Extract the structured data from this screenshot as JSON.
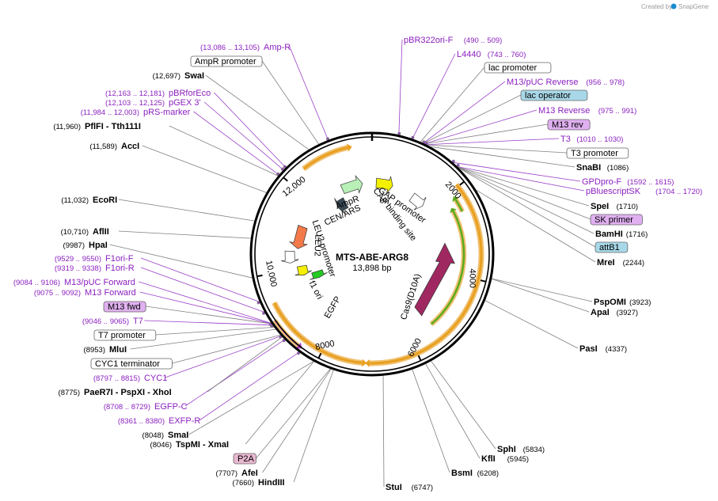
{
  "credit": "Created by",
  "brand": "SnapGene",
  "plasmid": {
    "name": "MTS-ABE-ARG8",
    "length_label": "13,898 bp",
    "length": 13898
  },
  "ticks": [
    "2000",
    "4000",
    "6000",
    "8000",
    "10,000",
    "12,000"
  ],
  "features": [
    {
      "name": "AmpR",
      "start": 12950,
      "end": 13600,
      "color": "#b8f0b8"
    },
    {
      "name": "ori",
      "start": 130,
      "end": 650,
      "color": "#f4f000"
    },
    {
      "name": "GAP promoter",
      "start": 1350,
      "end": 1790,
      "color": "#ffffff"
    },
    {
      "name": "Cas9(D10A)",
      "start": 3150,
      "end": 5450,
      "color": "#a02860"
    },
    {
      "name": "EGFP",
      "start": 9500,
      "end": 9750,
      "color": "#22cc22"
    },
    {
      "name": "f1 ori",
      "start": 9760,
      "end": 10050,
      "color": "#f4f000"
    },
    {
      "name": "LEU2 promoter",
      "start": 10180,
      "end": 10500,
      "color": "#ffffff"
    },
    {
      "name": "LEU2",
      "start": 10580,
      "end": 11250,
      "color": "#f47a4a"
    },
    {
      "name": "CEN/ARS",
      "start": 12500,
      "end": 12850,
      "color": "#3a4a55"
    }
  ],
  "inner_labels": [
    "AmpR",
    "ori",
    "CEN/ARS",
    "GAP promoter",
    "CAP binding site",
    "Cas9(D10A)",
    "LEU2",
    "LEU2 promoter",
    "f1 ori",
    "EGFP"
  ],
  "labels": [
    {
      "text": "pBR322ori-F",
      "pos": "(490 .. 509)",
      "type": "primer"
    },
    {
      "text": "L4440",
      "pos": "(743 .. 760)",
      "type": "primer"
    },
    {
      "text": "lac promoter",
      "type": "box"
    },
    {
      "text": "M13/pUC Reverse",
      "pos": "(956 .. 978)",
      "type": "primer"
    },
    {
      "text": "lac operator",
      "type": "box-blue"
    },
    {
      "text": "M13 Reverse",
      "pos": "(975 .. 991)",
      "type": "primer"
    },
    {
      "text": "M13 rev",
      "type": "box-purple"
    },
    {
      "text": "T3",
      "pos": "(1010 .. 1030)",
      "type": "primer"
    },
    {
      "text": "T3 promoter",
      "type": "box"
    },
    {
      "text": "SnaBI",
      "pos": "(1086)",
      "type": "enzyme"
    },
    {
      "text": "GPDpro-F",
      "pos": "(1592 .. 1615)",
      "type": "primer"
    },
    {
      "text": "pBluescriptSK",
      "pos": "(1704 .. 1720)",
      "type": "primer"
    },
    {
      "text": "SpeI",
      "pos": "(1710)",
      "type": "enzyme"
    },
    {
      "text": "SK primer",
      "type": "box-purple"
    },
    {
      "text": "BamHI",
      "pos": "(1716)",
      "type": "enzyme"
    },
    {
      "text": "attB1",
      "type": "box-blue"
    },
    {
      "text": "MreI",
      "pos": "(2244)",
      "type": "enzyme"
    },
    {
      "text": "PspOMI",
      "pos": "(3923)",
      "type": "enzyme"
    },
    {
      "text": "ApaI",
      "pos": "(3927)",
      "type": "enzyme"
    },
    {
      "text": "PasI",
      "pos": "(4337)",
      "type": "enzyme"
    },
    {
      "text": "SphI",
      "pos": "(5834)",
      "type": "enzyme"
    },
    {
      "text": "KflI",
      "pos": "(5945)",
      "type": "enzyme"
    },
    {
      "text": "BsmI",
      "pos": "(6208)",
      "type": "enzyme"
    },
    {
      "text": "StuI",
      "pos": "(6747)",
      "type": "enzyme"
    },
    {
      "text": "HindIII",
      "pos": "(7660)",
      "type": "enzyme"
    },
    {
      "text": "AfeI",
      "pos": "(7707)",
      "type": "enzyme"
    },
    {
      "text": "P2A",
      "type": "box-pink"
    },
    {
      "text": "TspMI  -  XmaI",
      "pos": "(8046)",
      "type": "enzyme"
    },
    {
      "text": "SmaI",
      "pos": "(8048)",
      "type": "enzyme"
    },
    {
      "text": "EXFP-R",
      "pos": "(8361 .. 8380)",
      "type": "primer"
    },
    {
      "text": "EGFP-C",
      "pos": "(8708 .. 8729)",
      "type": "primer"
    },
    {
      "text": "PaeR7I  -  PspXI  -  XhoI",
      "pos": "(8775)",
      "type": "enzyme"
    },
    {
      "text": "CYC1",
      "pos": "(8797 .. 8815)",
      "type": "primer"
    },
    {
      "text": "CYC1 terminator",
      "type": "box"
    },
    {
      "text": "MluI",
      "pos": "(8953)",
      "type": "enzyme"
    },
    {
      "text": "T7 promoter",
      "type": "box"
    },
    {
      "text": "T7",
      "pos": "(9046 .. 9065)",
      "type": "primer"
    },
    {
      "text": "M13 fwd",
      "type": "box-purple"
    },
    {
      "text": "M13 Forward",
      "pos": "(9075 .. 9092)",
      "type": "primer"
    },
    {
      "text": "M13/pUC Forward",
      "pos": "(9084 .. 9106)",
      "type": "primer"
    },
    {
      "text": "F1ori-R",
      "pos": "(9319 .. 9338)",
      "type": "primer"
    },
    {
      "text": "F1ori-F",
      "pos": "(9529 .. 9550)",
      "type": "primer"
    },
    {
      "text": "HpaI",
      "pos": "(9987)",
      "type": "enzyme"
    },
    {
      "text": "AflII",
      "pos": "(10,710)",
      "type": "enzyme"
    },
    {
      "text": "EcoRI",
      "pos": "(11,032)",
      "type": "enzyme"
    },
    {
      "text": "AccI",
      "pos": "(11,589)",
      "type": "enzyme"
    },
    {
      "text": "PflFI  -  Tth111I",
      "pos": "(11,960)",
      "type": "enzyme"
    },
    {
      "text": "pRS-marker",
      "pos": "(11,984 .. 12,003)",
      "type": "primer"
    },
    {
      "text": "pGEX 3'",
      "pos": "(12,103 .. 12,125)",
      "type": "primer"
    },
    {
      "text": "pBRforEco",
      "pos": "(12,163 .. 12,181)",
      "type": "primer"
    },
    {
      "text": "SwaI",
      "pos": "(12,697)",
      "type": "enzyme"
    },
    {
      "text": "AmpR promoter",
      "type": "box"
    },
    {
      "text": "Amp-R",
      "pos": "(13,086 .. 13,105)",
      "type": "primer"
    }
  ]
}
